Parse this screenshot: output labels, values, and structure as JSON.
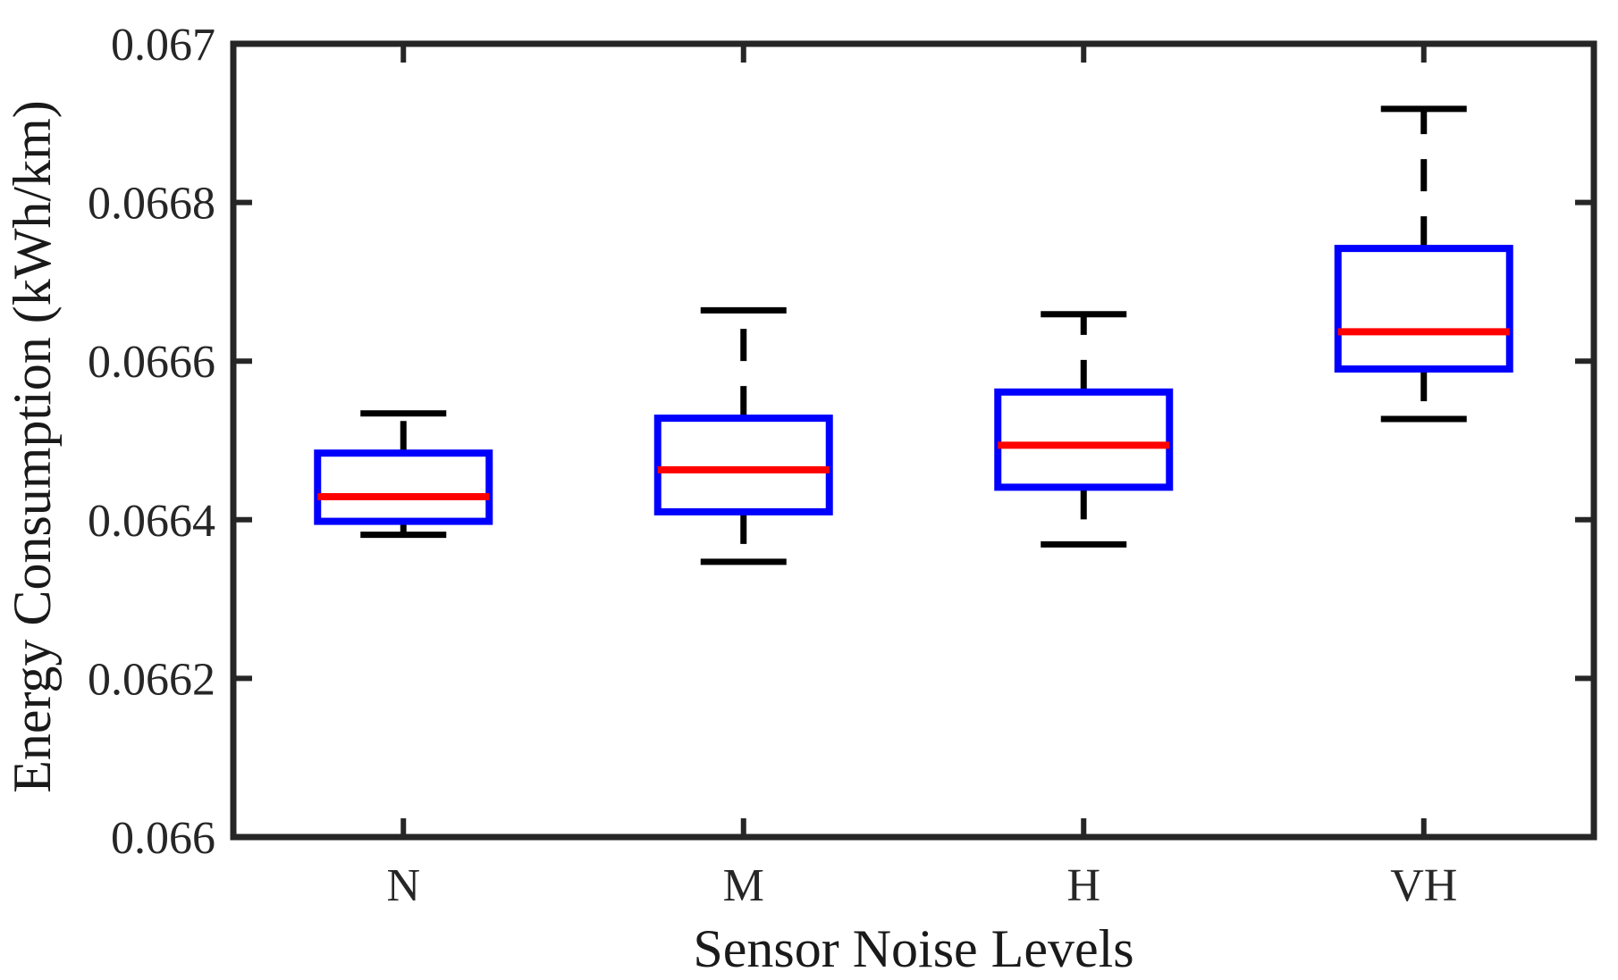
{
  "chart_data": {
    "type": "boxplot",
    "title": "",
    "xlabel": "Sensor Noise Levels",
    "ylabel": "Energy Consumption (kWh/km)",
    "categories": [
      "N",
      "M",
      "H",
      "VH"
    ],
    "ylim": [
      0.066,
      0.067
    ],
    "yticks": [
      0.066,
      0.0662,
      0.0664,
      0.0666,
      0.0668,
      0.067
    ],
    "ytick_labels": [
      "0.066",
      "0.0662",
      "0.0664",
      "0.0666",
      "0.0668",
      "0.067"
    ],
    "grid": false,
    "legend": null,
    "colors": {
      "box": "#0000ff",
      "median": "#ff0000",
      "whisker": "#000000",
      "axis": "#262626",
      "background": "#ffffff"
    },
    "series": [
      {
        "category": "N",
        "whisker_low": 0.066381,
        "q1": 0.066398,
        "median": 0.066429,
        "q3": 0.066484,
        "whisker_high": 0.066534,
        "outliers": []
      },
      {
        "category": "M",
        "whisker_low": 0.066347,
        "q1": 0.06641,
        "median": 0.066463,
        "q3": 0.066528,
        "whisker_high": 0.066664,
        "outliers": []
      },
      {
        "category": "H",
        "whisker_low": 0.066369,
        "q1": 0.066441,
        "median": 0.066494,
        "q3": 0.066561,
        "whisker_high": 0.066659,
        "outliers": []
      },
      {
        "category": "VH",
        "whisker_low": 0.066527,
        "q1": 0.06659,
        "median": 0.066637,
        "q3": 0.066742,
        "whisker_high": 0.066918,
        "outliers": []
      }
    ]
  }
}
